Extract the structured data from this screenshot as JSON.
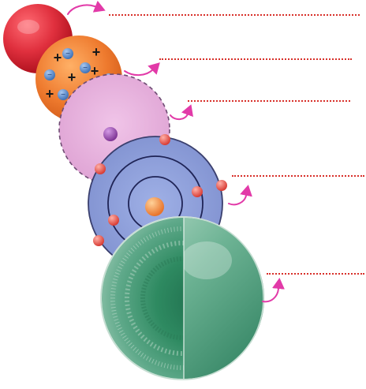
{
  "models": [
    {
      "id": "model-1",
      "fill": "#e0303e"
    },
    {
      "id": "model-2",
      "fill": "#e8722c",
      "electron_fill": "#5a8fd0",
      "charge_symbols": [
        "+",
        "-"
      ]
    },
    {
      "id": "model-3",
      "fill": "#e1a7d6",
      "electron_fill": "#9b4fb0"
    },
    {
      "id": "model-4",
      "fill": "#8fa0d8",
      "nucleus_fill": "#f08a3c",
      "electron_fill": "#e8554a"
    },
    {
      "id": "model-5",
      "fill": "#3e9b74"
    }
  ],
  "answer_lines": [
    {
      "id": "line-1",
      "value": ""
    },
    {
      "id": "line-2",
      "value": ""
    },
    {
      "id": "line-3",
      "value": ""
    },
    {
      "id": "line-4",
      "value": ""
    },
    {
      "id": "line-5",
      "value": ""
    }
  ],
  "colors": {
    "arrow": "#e23aa8",
    "dotted_line": "#d8302a"
  },
  "icons": {
    "arrow": "curved-arrow-icon"
  }
}
